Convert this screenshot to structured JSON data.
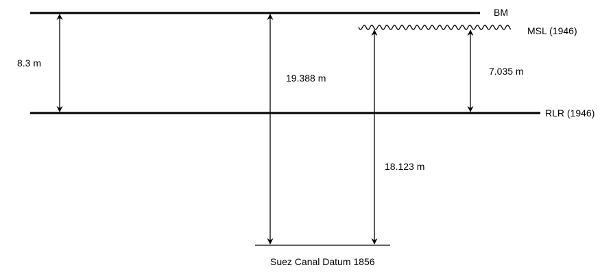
{
  "colors": {
    "line": "#000000",
    "background": "#ffffff"
  },
  "levels": {
    "bm": "BM",
    "msl": "MSL (1946)",
    "rlr": "RLR (1946)",
    "suez": "Suez Canal Datum 1856"
  },
  "measurements": {
    "bm_to_rlr": "8.3 m",
    "bm_to_suez": "19.388 m",
    "msl_to_rlr": "7.035 m",
    "msl_to_suez": "18.123 m"
  }
}
